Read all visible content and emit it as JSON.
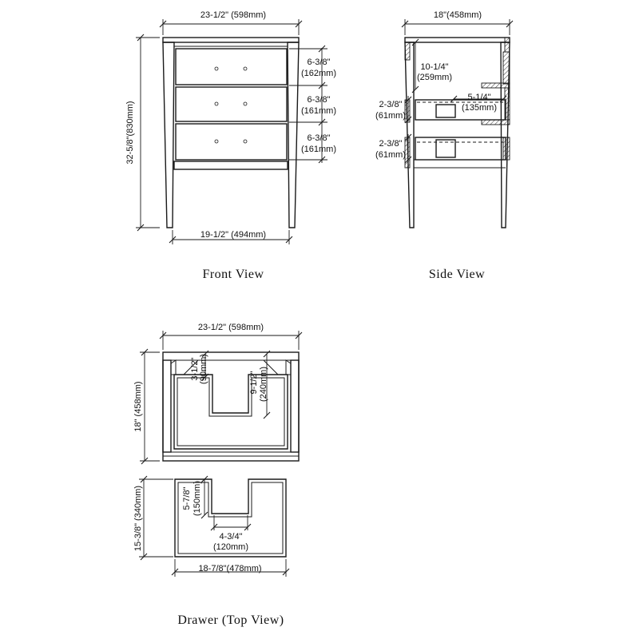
{
  "views": {
    "front": {
      "caption": "Front View",
      "dims": {
        "overall_width": "23-1/2\" (598mm)",
        "height_in": "32-5/8\"",
        "height_mm": "(830mm)",
        "drawer1_in": "6-3/8\"",
        "drawer1_mm": "(162mm)",
        "drawer2_in": "6-3/8\"",
        "drawer2_mm": "(161mm)",
        "drawer3_in": "6-3/8\"",
        "drawer3_mm": "(161mm)",
        "leg_width": "19-1/2\" (494mm)"
      }
    },
    "side": {
      "caption": "Side View",
      "dims": {
        "depth": "18\"(458mm)",
        "upper_in": "10-1/4\"",
        "upper_mm": "(259mm)",
        "shelf_in": "5-1/4\"",
        "shelf_mm": "(135mm)",
        "drawer1_in": "2-3/8\"",
        "drawer1_mm": "(61mm)",
        "drawer2_in": "2-3/8\"",
        "drawer2_mm": "(61mm)"
      }
    },
    "drawer": {
      "caption": "Drawer (Top View)",
      "dims": {
        "cabinet_width": "23-1/2\" (598mm)",
        "cabinet_depth_in": "18\"",
        "cabinet_depth_mm": "(458mm)",
        "notch_depth_in": "3-1/2\"",
        "notch_depth_mm": "(90mm)",
        "notch_len_in": "9-1/2\"",
        "notch_len_mm": "(240mm)",
        "drawer_depth_in": "15-3/8\"",
        "drawer_depth_mm": "(340mm)",
        "cut_depth_in": "5-7/8\"",
        "cut_depth_mm": "(150mm)",
        "cut_width_in": "4-3/4\"",
        "cut_width_mm": "(120mm)",
        "drawer_width": "18-7/8\"(478mm)"
      }
    }
  }
}
